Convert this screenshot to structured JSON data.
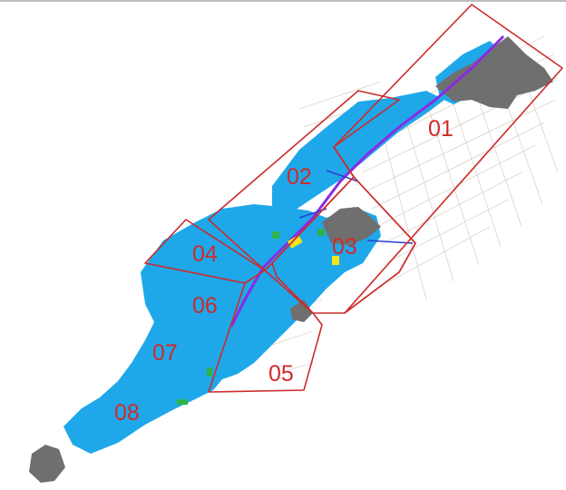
{
  "map": {
    "zones": [
      {
        "id": "01",
        "label": "01"
      },
      {
        "id": "02",
        "label": "02"
      },
      {
        "id": "03",
        "label": "03"
      },
      {
        "id": "04",
        "label": "04"
      },
      {
        "id": "05",
        "label": "05"
      },
      {
        "id": "06",
        "label": "06"
      },
      {
        "id": "07",
        "label": "07"
      },
      {
        "id": "08",
        "label": "08"
      }
    ],
    "colors": {
      "boundary": "#cc2b2b",
      "label": "#d02a2a",
      "coverage": "#1ea8ea",
      "built": "#6f6f6f",
      "parcels": "#c9b9aa",
      "main_road": "#8a2be2",
      "link": "#2a3fd6",
      "accent_yellow": "#f2e51a",
      "accent_green": "#2fb34a"
    }
  }
}
